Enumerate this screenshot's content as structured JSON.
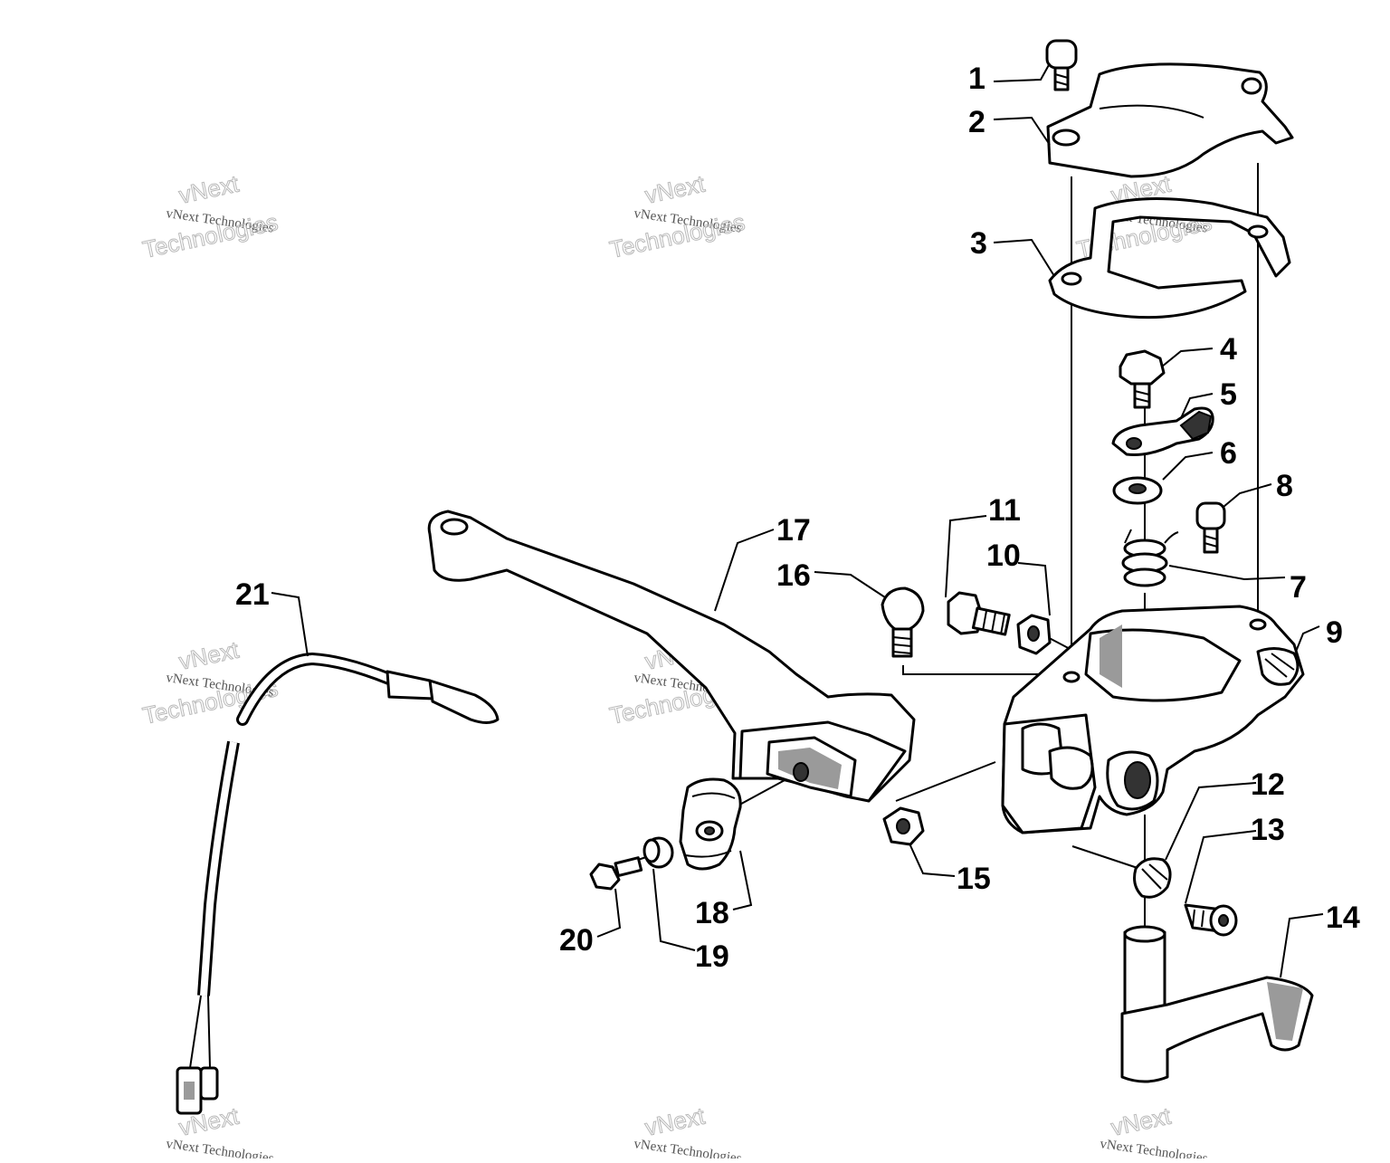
{
  "diagram": {
    "callouts": [
      {
        "id": "p1",
        "label": "1"
      },
      {
        "id": "p2",
        "label": "2"
      },
      {
        "id": "p3",
        "label": "3"
      },
      {
        "id": "p4",
        "label": "4"
      },
      {
        "id": "p5",
        "label": "5"
      },
      {
        "id": "p6",
        "label": "6"
      },
      {
        "id": "p7",
        "label": "7"
      },
      {
        "id": "p8",
        "label": "8"
      },
      {
        "id": "p9",
        "label": "9"
      },
      {
        "id": "p10",
        "label": "10"
      },
      {
        "id": "p11",
        "label": "11"
      },
      {
        "id": "p12",
        "label": "12"
      },
      {
        "id": "p13",
        "label": "13"
      },
      {
        "id": "p14",
        "label": "14"
      },
      {
        "id": "p15",
        "label": "15"
      },
      {
        "id": "p16",
        "label": "16"
      },
      {
        "id": "p17",
        "label": "17"
      },
      {
        "id": "p18",
        "label": "18"
      },
      {
        "id": "p19",
        "label": "19"
      },
      {
        "id": "p20",
        "label": "20"
      },
      {
        "id": "p21",
        "label": "21"
      }
    ]
  },
  "watermark": {
    "line_small": "vNext Technologies",
    "line_big_1": "vNext",
    "line_big_2": "Technologies"
  }
}
